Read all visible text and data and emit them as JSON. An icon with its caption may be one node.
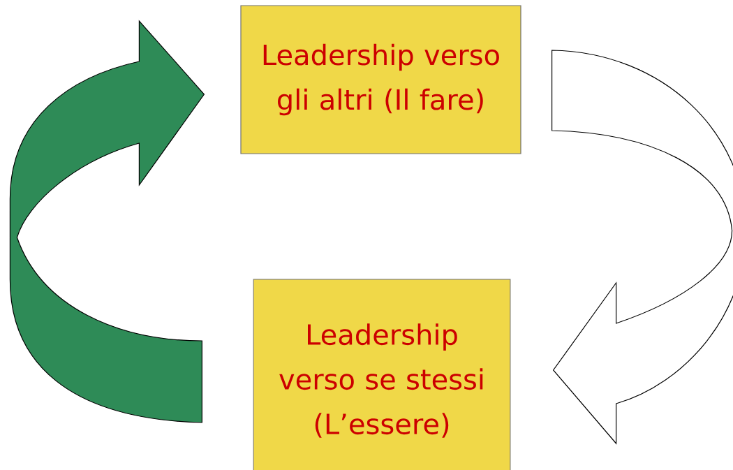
{
  "diagram": {
    "nodes": [
      {
        "text": [
          "Leadership verso gli altri (Il fare)"
        ]
      },
      {
        "text": [
          "Leadership verso se stessi (L’essere)"
        ]
      }
    ],
    "edges": [
      {
        "from": 1,
        "to": 0,
        "arrow": "to",
        "color": "#2e8b57"
      },
      {
        "from": 0,
        "to": 1,
        "arrow": "to",
        "color": "#ffffff"
      }
    ]
  }
}
